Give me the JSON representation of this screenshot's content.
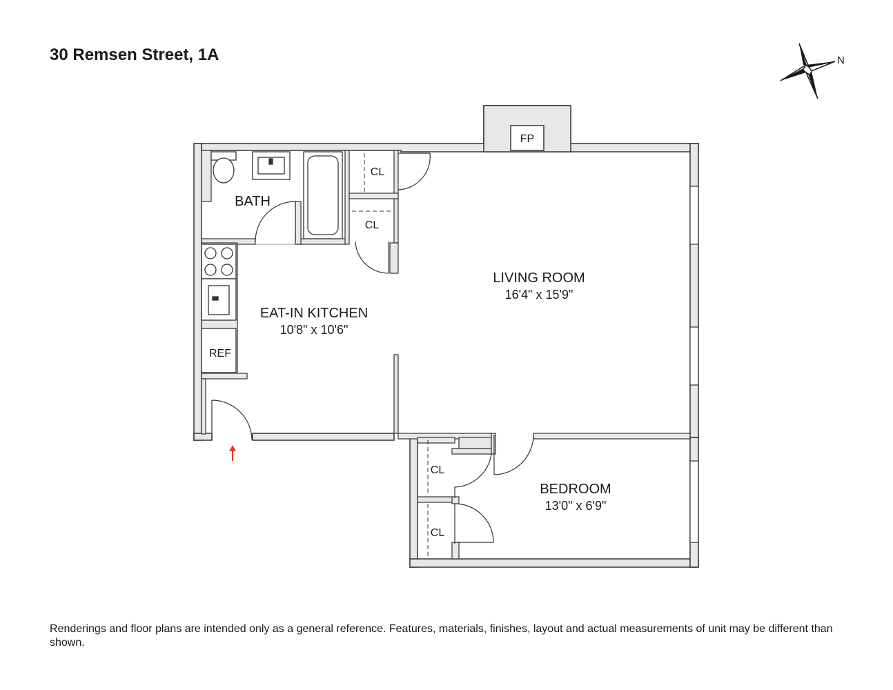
{
  "title": "30 Remsen Street, 1A",
  "compass": {
    "label": "N"
  },
  "rooms": {
    "living": {
      "name": "LIVING ROOM",
      "dims": "16'4\" x 15'9\""
    },
    "kitchen": {
      "name": "EAT-IN KITCHEN",
      "dims": "10'8\" x 10'6\""
    },
    "bedroom": {
      "name": "BEDROOM",
      "dims": "13'0\" x 6'9\""
    },
    "bath": {
      "name": "BATH"
    }
  },
  "fixtures": {
    "fireplace": "FP",
    "refrigerator": "REF",
    "closet": "CL"
  },
  "colors": {
    "wall_fill": "#e8e8e8",
    "line": "#333333",
    "entry_arrow": "#e03a1e"
  },
  "disclaimer": "Renderings and floor plans are intended only as a general reference. Features, materials, finishes, layout and actual measurements of unit may be different than shown."
}
